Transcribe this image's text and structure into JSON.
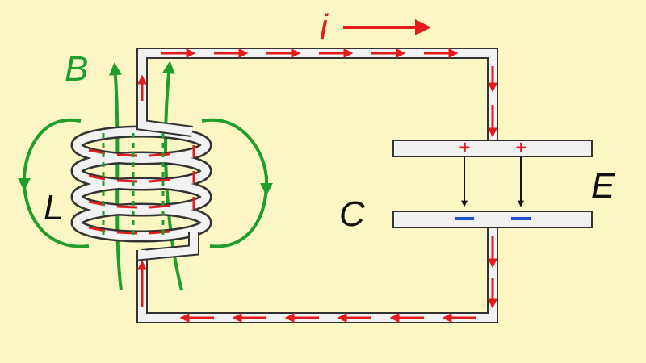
{
  "labels": {
    "current": "i",
    "magnetic_field": "B",
    "inductor": "L",
    "capacitor": "C",
    "electric_field": "E",
    "plus_left": "+",
    "plus_right": "+"
  },
  "colors": {
    "background": "#fbf6c4",
    "wire_fill": "#f2f2f2",
    "wire_outline": "#333333",
    "current_arrows": "#e31b1b",
    "field_lines": "#1f9e2a",
    "positive_charge": "#e31b1b",
    "negative_charge": "#1f4fd1",
    "electric_field_arrows": "#111111"
  }
}
